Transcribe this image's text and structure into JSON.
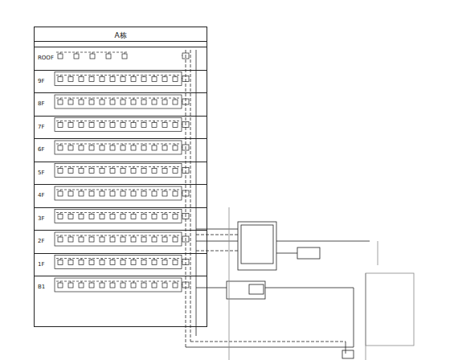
{
  "diagram": {
    "nodes": [
      {
        "text": [
          "A栋"
        ]
      },
      {
        "text": [
          "ROOF"
        ],
        "in": 0
      },
      {
        "text": [
          "9F"
        ],
        "in": 0
      },
      {
        "text": [
          "8F"
        ],
        "in": 0
      },
      {
        "text": [
          "7F"
        ],
        "in": 0
      },
      {
        "text": [
          "6F"
        ],
        "in": 0
      },
      {
        "text": [
          "5F"
        ],
        "in": 0
      },
      {
        "text": [
          "4F"
        ],
        "in": 0
      },
      {
        "text": [
          "3F"
        ],
        "in": 0
      },
      {
        "text": [
          "2F"
        ],
        "in": 0
      },
      {
        "text": [
          "1F"
        ],
        "in": 0
      },
      {
        "text": [
          "B1"
        ],
        "in": 0
      }
    ]
  }
}
